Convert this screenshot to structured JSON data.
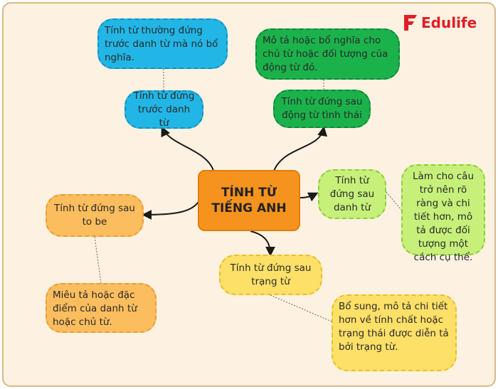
{
  "logo": {
    "text": "Edulife",
    "color": "#e01e25"
  },
  "center": {
    "label": "TÍNH TỪ TIẾNG ANH"
  },
  "branches": {
    "before_noun": "Tính từ đứng trước danh từ",
    "after_linking_verb": "Tính từ đứng sau động từ tình thái",
    "after_noun": "Tính từ đứng sau danh từ",
    "after_to_be": "Tính từ đứng sau to be",
    "after_adverb": "Tính từ đứng sau trạng từ"
  },
  "descriptions": {
    "before_noun": "Tính từ thường đứng trước danh từ mà nó bổ nghĩa.",
    "after_linking_verb": "Mô tả hoặc bổ nghĩa cho chủ từ hoặc đối tượng của động từ đó.",
    "after_noun": "Làm cho câu trở nên rõ ràng và chi tiết hơn, mô tả được đối tượng một cách cụ thể.",
    "after_to_be": "Miêu tả hoặc đặc điểm của danh từ hoặc chủ từ.",
    "after_adverb": "Bổ sung, mô tả chi tiết hơn về tính chất hoặc trạng thái được diễn tả bởi trạng từ."
  },
  "colors": {
    "center": "#f5931e",
    "blue": "#22b6e6",
    "green_dark": "#1bb24b",
    "green_light": "#c6f07a",
    "orange": "#fbbd5e",
    "yellow": "#fde068",
    "background": "#fdf1e1"
  }
}
